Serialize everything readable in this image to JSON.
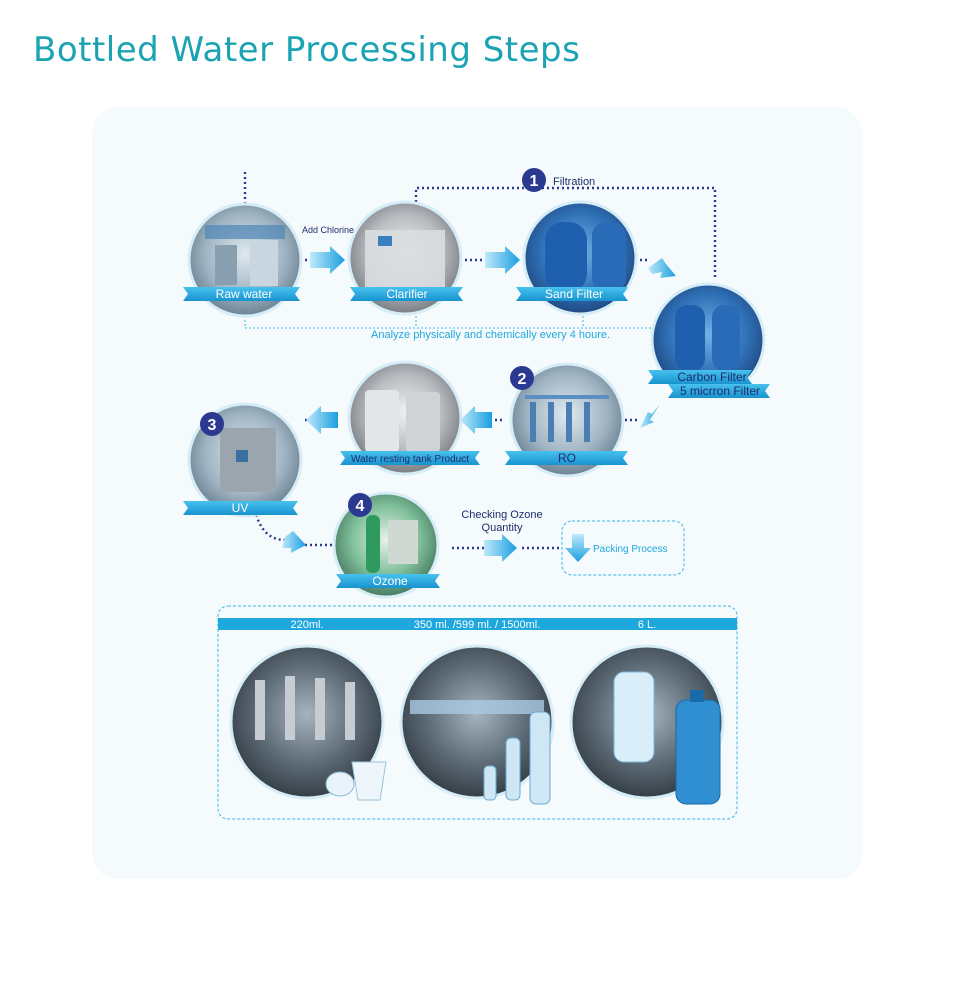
{
  "title": "Bottled Water Processing Steps",
  "steps": {
    "raw_water": "Raw water",
    "clarifier": "Clarifier",
    "sand_filter": "Sand Filter",
    "carbon_filter": "Carbon Filter",
    "micron_filter": "5 micrron Filter",
    "ro": "RO",
    "resting_tank": "Water resting tank Product",
    "uv": "UV",
    "ozone": "Ozone"
  },
  "annotations": {
    "add_chlorine": "Add Chlorine",
    "filtration": "Filtration",
    "analyze": "Analyze physically and chemically every 4 houre.",
    "checking_ozone_1": "Checking Ozone",
    "checking_ozone_2": "Quantity",
    "packing": "Packing Process"
  },
  "badges": [
    "1",
    "2",
    "3",
    "4"
  ],
  "packing_sizes": [
    "220ml.",
    "350 ml. /599 ml. / 1500ml.",
    "6 L."
  ],
  "colors": {
    "title": "#1ba3b3",
    "banner": "#1fa8de",
    "badge": "#2b3990",
    "dotted_line": "#2b3990",
    "light_dotted": "#3ab6e6",
    "panel_bg": "#f5fafc"
  }
}
